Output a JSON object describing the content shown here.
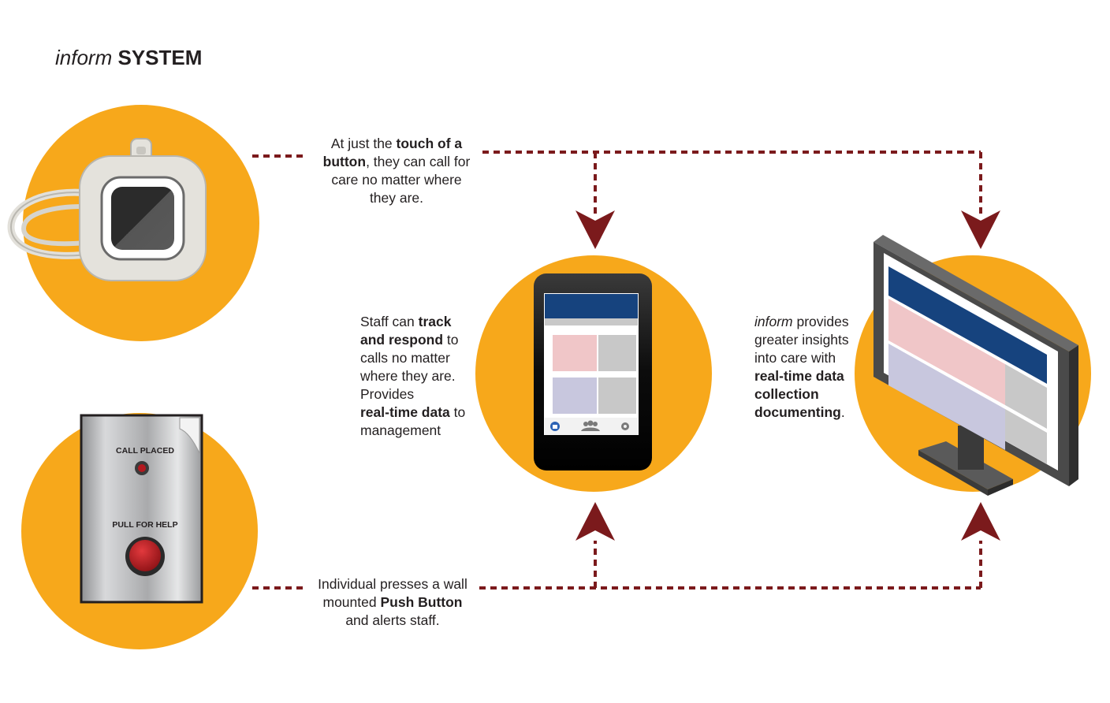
{
  "title": {
    "italic": "inform",
    "bold": "SYSTEM"
  },
  "colors": {
    "circle": "#f7a81b",
    "arrow": "#7b1a1c",
    "screen_blue": "#16437e",
    "tile_pink": "#f0c6c8",
    "tile_lavender": "#c8c7de",
    "tile_gray": "#c8c8c8",
    "button_red": "#b3191f"
  },
  "captions": {
    "pendant": {
      "t1": "At just the ",
      "b1": "touch of a",
      "b2": "button",
      "t2": ", they can call for",
      "t3": "care no matter where",
      "t4": "they are."
    },
    "wall": {
      "t1": "Individual presses a wall",
      "t2": "mounted ",
      "b1": "Push Button",
      "t3": "and alerts staff."
    },
    "staff": {
      "t1": "Staff can ",
      "b1": "track",
      "b2": "and respond",
      "t2": " to",
      "t3": "calls no matter",
      "t4": "where they are.",
      "t5": "Provides",
      "b3": "real-time data",
      "t6": " to",
      "t7": "management"
    },
    "insights": {
      "i1": "inform",
      "t1": " provides",
      "t2": "greater insights",
      "t3": "into care with",
      "b1": "real-time data",
      "b2": "collection",
      "b3": "documenting",
      "t4": "."
    }
  },
  "wall_panel": {
    "label_top": "CALL PLACED",
    "label_bottom": "PULL FOR HELP"
  },
  "icons": [
    "pendant-device-icon",
    "wall-push-button-icon",
    "smartphone-icon",
    "desktop-monitor-icon",
    "lock-icon",
    "people-icon",
    "gear-icon"
  ]
}
